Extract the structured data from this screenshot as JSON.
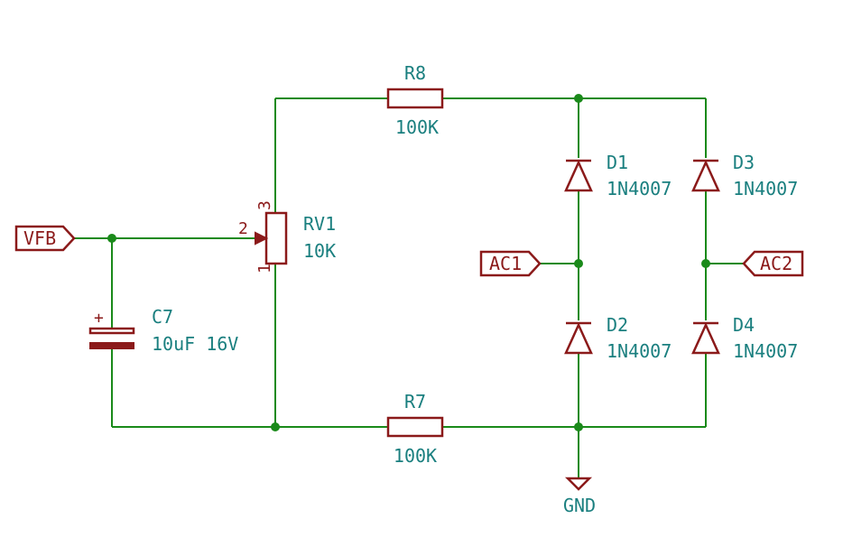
{
  "components": {
    "r8": {
      "ref": "R8",
      "value": "100K"
    },
    "r7": {
      "ref": "R7",
      "value": "100K"
    },
    "rv1": {
      "ref": "RV1",
      "value": "10K",
      "pin1": "1",
      "pin2": "2",
      "pin3": "3"
    },
    "c7": {
      "ref": "C7",
      "value": "10uF 16V",
      "plus": "+"
    },
    "d1": {
      "ref": "D1",
      "value": "1N4007"
    },
    "d2": {
      "ref": "D2",
      "value": "1N4007"
    },
    "d3": {
      "ref": "D3",
      "value": "1N4007"
    },
    "d4": {
      "ref": "D4",
      "value": "1N4007"
    }
  },
  "ports": {
    "vfb": "VFB",
    "ac1": "AC1",
    "ac2": "AC2",
    "gnd": "GND"
  },
  "colors": {
    "wire": "#1a8a1a",
    "component": "#8b1a1a",
    "reference_text": "#1a7f7f",
    "background": "#ffffff"
  }
}
